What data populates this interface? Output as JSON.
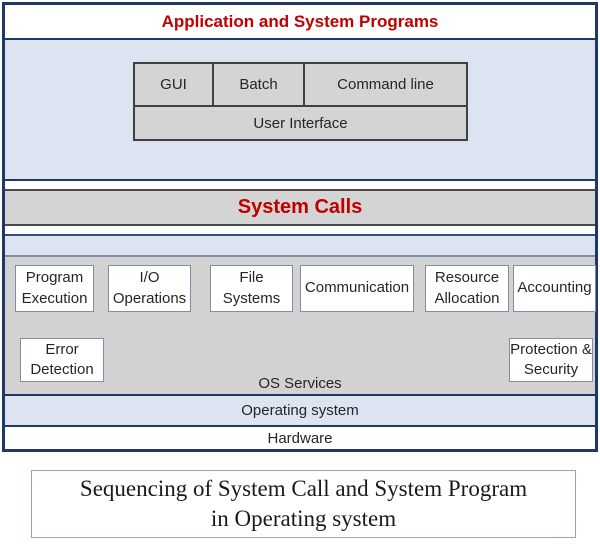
{
  "diagram": {
    "header": "Application and System Programs",
    "user_interface": {
      "cells": [
        "GUI",
        "Batch",
        "Command line"
      ],
      "footer": "User Interface"
    },
    "system_calls": "System Calls",
    "os_services": {
      "row1": [
        "Program Execution",
        "I/O Operations",
        "File Systems",
        "Communication",
        "Resource Allocation",
        "Accounting"
      ],
      "row2_left": "Error Detection",
      "row2_right": "Protection & Security",
      "label": "OS Services"
    },
    "operating_system": "Operating system",
    "hardware": "Hardware"
  },
  "caption": {
    "line1": "Sequencing of System Call and System Program",
    "line2": "in Operating system"
  },
  "colors": {
    "outer_border": "#1f3864",
    "light_blue_fill": "#dce4f1",
    "gray_fill": "#d4d4d4",
    "red_text": "#c00000",
    "service_box_border": "#7e8ea7",
    "body_text": "#262626"
  }
}
